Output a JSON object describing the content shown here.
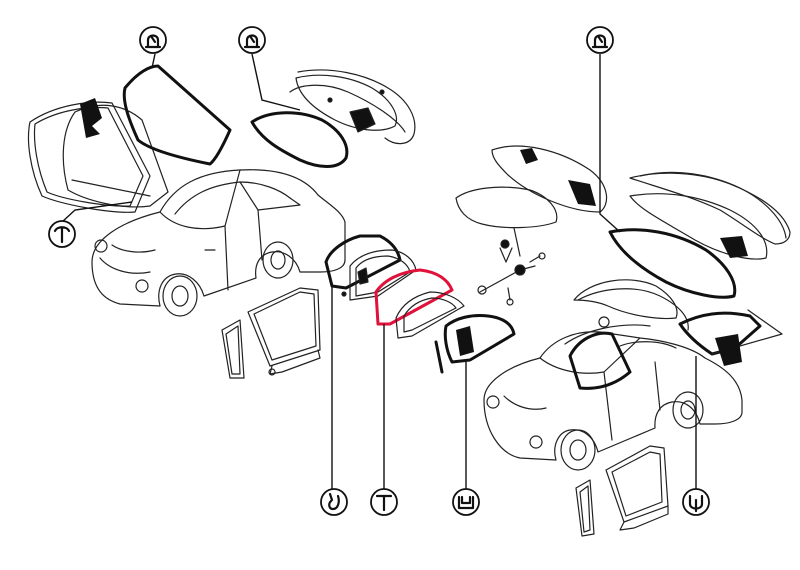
{
  "colors": {
    "line": "#111111",
    "highlight": "#e0113a",
    "background": "#ffffff"
  },
  "callouts": [
    {
      "id": "seal-profile-hood",
      "symbol": "windshield-seal-profile-icon"
    },
    {
      "id": "seal-profile-rear",
      "symbol": "rear-window-seal-profile-icon"
    },
    {
      "id": "seal-profile-hardtop",
      "symbol": "hardtop-seal-profile-icon"
    },
    {
      "id": "seal-profile-t-left",
      "symbol": "t-profile-icon"
    },
    {
      "id": "seal-profile-quarter",
      "symbol": "quarter-window-seal-profile-icon"
    },
    {
      "id": "seal-profile-t-center",
      "symbol": "t-profile-icon",
      "highlighted": true
    },
    {
      "id": "seal-profile-channel",
      "symbol": "channel-profile-icon"
    },
    {
      "id": "seal-profile-u",
      "symbol": "u-profile-icon"
    }
  ]
}
